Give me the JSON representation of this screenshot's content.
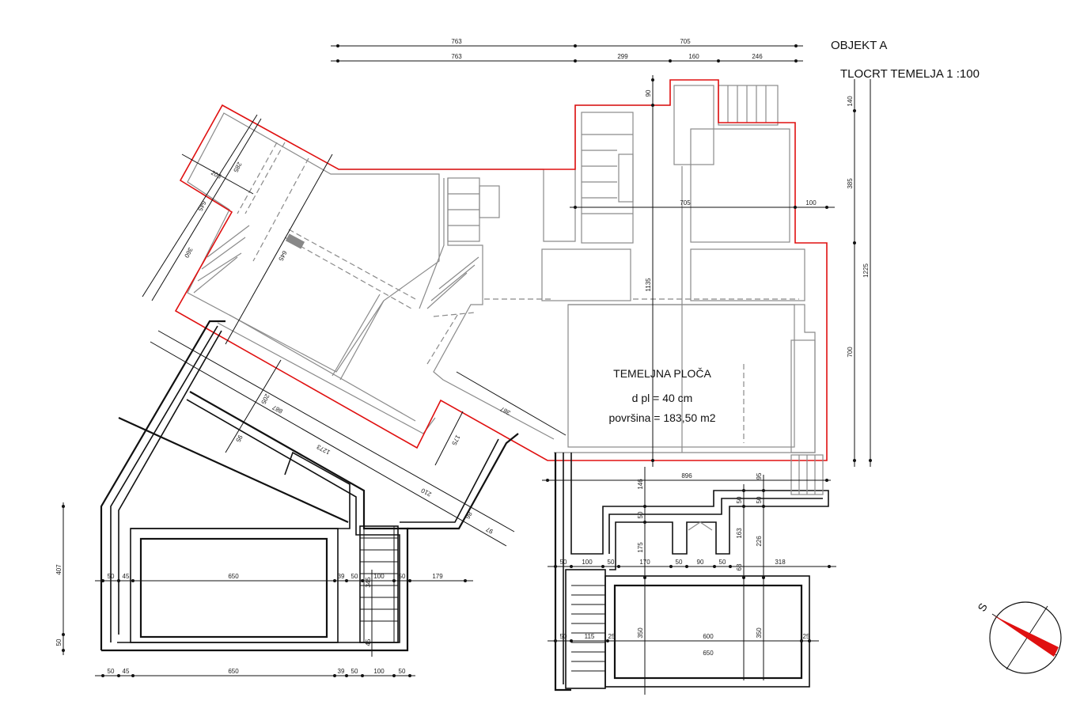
{
  "header": {
    "object": "OBJEKT A",
    "title": "TLOCRT  TEMELJA  1 :100"
  },
  "slab": {
    "name": "TEMELJNA PLOČA",
    "thickness": "d pl = 40 cm",
    "area": "površina = 183,50 m2"
  },
  "compass": {
    "label": "S"
  },
  "colors": {
    "outline": "#e01010",
    "walls": "#8a8a8a",
    "ink": "#111111"
  },
  "dims": {
    "top_row1": [
      "763",
      "705"
    ],
    "top_row2": [
      "763",
      "299",
      "160",
      "246"
    ],
    "right_vert": [
      "140",
      "385",
      "1225",
      "700"
    ],
    "main": [
      "90",
      "705",
      "100",
      "1135"
    ],
    "wing": [
      "285",
      "203",
      "645",
      "360",
      "645",
      "205",
      "887",
      "95",
      "1273",
      "210",
      "86",
      "97",
      "175",
      "387"
    ],
    "left_pool_row": [
      "50",
      "45",
      "650",
      "39",
      "50",
      "100",
      "50",
      "179",
      "345",
      "45"
    ],
    "left_pool_bottom": [
      "50",
      "45",
      "650",
      "39",
      "50",
      "100",
      "50"
    ],
    "left_vert": [
      "407",
      "50"
    ],
    "right_upper": [
      "896",
      "95",
      "146",
      "50",
      "50",
      "50",
      "163",
      "226",
      "175"
    ],
    "right_row": [
      "50",
      "100",
      "50",
      "170",
      "50",
      "90",
      "50",
      "63",
      "318"
    ],
    "right_pool": [
      "350",
      "350",
      "50",
      "115",
      "25",
      "600",
      "25",
      "650"
    ]
  }
}
